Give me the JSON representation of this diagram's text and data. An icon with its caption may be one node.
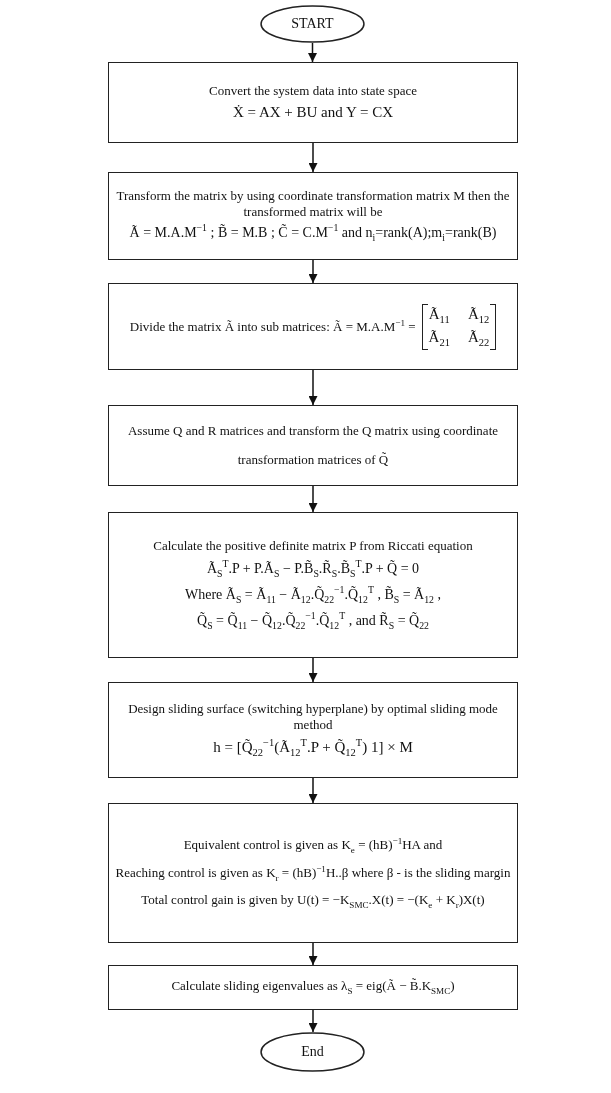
{
  "diagram": {
    "nodes": [
      {
        "text": [
          "START"
        ]
      },
      {
        "text": [
          "Convert the system data into state space",
          "Ẋ = AX + BU   and  Y = CX"
        ]
      },
      {
        "text": [
          "Transform the matrix by using coordinate transformation matrix M then the transformed matrix will be",
          "Ã = M.A.M$^{−1}$ ; B̃ = M.B ; C̃ = C.M$^{−1}$ and n$_{i}$=rank(A);m$_{i}$=rank(B)"
        ]
      },
      {
        "text": [
          "Divide the matrix Ã into sub matrices: Ã = M.A.M$^{−1}$ =",
          "Ã$_{11}$",
          "Ã$_{12}$",
          "Ã$_{21}$",
          "Ã$_{22}$"
        ]
      },
      {
        "text": [
          "Assume Q and R matrices and transform the Q matrix using coordinate transformation matrices of Q̃"
        ]
      },
      {
        "text": [
          "Calculate the positive definite matrix P from Riccati equation",
          "Ã$_{S}$$^{T}$.P + P.Ã$_{S}$ − P.B̃$_{S}$.R̃$_{S}$.B̃$_{S}$$^{T}$.P + Q̃ = 0",
          "Where Ã$_{S}$ = Ã$_{11}$ − Ã$_{12}$.Q̃$_{22}$$^{−1}$.Q̃$_{12}$$^{T}$ ,  B̃$_{S}$ = Ã$_{12}$ ,",
          "Q̃$_{S}$ = Q̃$_{11}$ − Q̃$_{12}$.Q̃$_{22}$$^{−1}$.Q̃$_{12}$$^{T}$ , and R̃$_{S}$ = Q̃$_{22}$"
        ]
      },
      {
        "text": [
          "Design sliding surface (switching hyperplane) by optimal sliding mode method",
          "h = [Q̃$_{22}$$^{−1}$(Ã$_{12}$$^{T}$.P + Q̃$_{12}$$^{T}$)  1] × M"
        ]
      },
      {
        "text": [
          "Equivalent control is given as K$_{e}$ = (hB)$^{−1}$HA  and",
          "Reaching control is given as K$_{r}$ = (hB)$^{−1}$H..β  where β - is the sliding margin",
          "Total control gain is given by U(t) = −K$_{SMC}$.X(t) = −(K$_{e}$ + K$_{r}$)X(t)"
        ]
      },
      {
        "text": [
          "Calculate sliding eigenvalues as λ$_{S}$ = eig(Ã − B̃.K$_{SMC}$)"
        ]
      },
      {
        "text": [
          "End"
        ]
      }
    ],
    "edges": [
      {
        "from": 0,
        "to": 1,
        "arrow": "to"
      },
      {
        "from": 1,
        "to": 2,
        "arrow": "to"
      },
      {
        "from": 2,
        "to": 3,
        "arrow": "to"
      },
      {
        "from": 3,
        "to": 4,
        "arrow": "to"
      },
      {
        "from": 4,
        "to": 5,
        "arrow": "to"
      },
      {
        "from": 5,
        "to": 6,
        "arrow": "to"
      },
      {
        "from": 6,
        "to": 7,
        "arrow": "to"
      },
      {
        "from": 7,
        "to": 8,
        "arrow": "to"
      },
      {
        "from": 8,
        "to": 9,
        "arrow": "to"
      }
    ]
  }
}
